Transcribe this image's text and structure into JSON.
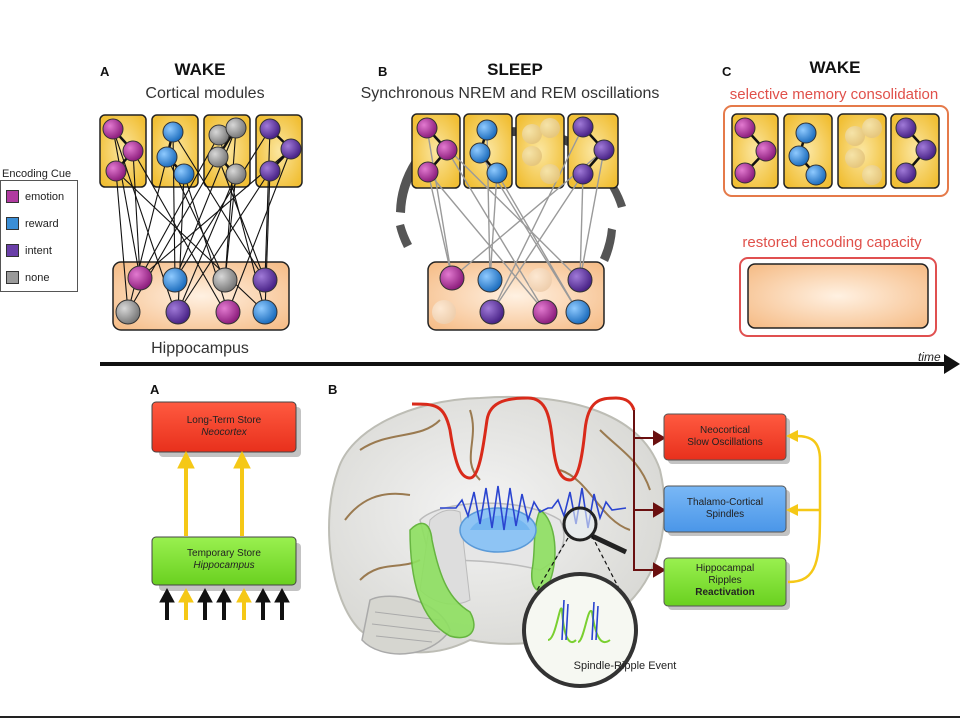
{
  "top": {
    "panel_a": {
      "letter": "A",
      "heading": "WAKE",
      "subtitle": "Cortical modules",
      "bottom_label": "Hippocampus"
    },
    "panel_b": {
      "letter": "B",
      "heading": "SLEEP",
      "subtitle": "Synchronous NREM and REM oscillations"
    },
    "panel_c": {
      "letter": "C",
      "heading": "WAKE",
      "subtitle": "selective memory consolidation",
      "restored_label": "restored encoding capacity"
    },
    "time_label": "time",
    "legend": {
      "title": "Encoding Cue",
      "items": [
        {
          "label": "emotion",
          "color": "#b03aa0"
        },
        {
          "label": "reward",
          "color": "#3a8ed6"
        },
        {
          "label": "intent",
          "color": "#6a3fa8"
        },
        {
          "label": "none",
          "color": "#9a9a9a"
        }
      ]
    }
  },
  "bottom": {
    "panel_a": {
      "letter": "A",
      "long_term_line1": "Long-Term Store",
      "long_term_line2": "Neocortex",
      "temporary_line1": "Temporary Store",
      "temporary_line2": "Hippocampus"
    },
    "panel_b": {
      "letter": "B",
      "box1_line1": "Neocortical",
      "box1_line2": "Slow Oscillations",
      "box2_line1": "Thalamo-Cortical",
      "box2_line2": "Spindles",
      "box3_line1": "Hippocampal",
      "box3_line2": "Ripples",
      "box3_line3": "Reactivation",
      "inset_label": "Spindle-Ripple Event"
    }
  },
  "colors": {
    "module_fill": "#f3c43e",
    "hippo_fill": "#f8c79a",
    "red_box": "#ee3a2a",
    "blue_box": "#5aa6ef",
    "green_box": "#7cdc32",
    "yellow_arrow": "#f5c816"
  }
}
